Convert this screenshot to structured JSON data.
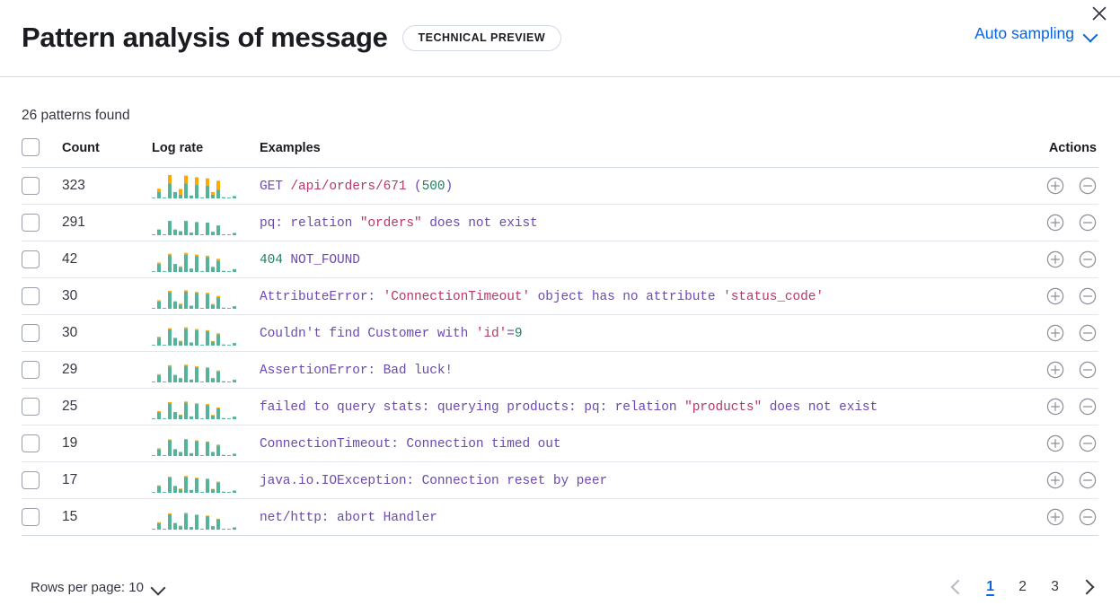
{
  "header": {
    "title": "Pattern analysis of message",
    "badge": "TECHNICAL PREVIEW",
    "sampling_label": "Auto sampling",
    "chevron_icon": "chevron-down-icon",
    "close_icon": "close-icon"
  },
  "summary": {
    "patterns_found": "26 patterns found"
  },
  "table": {
    "columns": {
      "check": "",
      "count": "Count",
      "log_rate": "Log rate",
      "examples": "Examples",
      "actions": "Actions"
    },
    "rows": [
      {
        "count": "323",
        "example_plain": "GET /api/orders/671 (500)",
        "example_tokens": [
          {
            "t": "GET ",
            "c": "plain"
          },
          {
            "t": "/api/orders/671",
            "c": "str"
          },
          {
            "t": " (",
            "c": "plain"
          },
          {
            "t": "500",
            "c": "num"
          },
          {
            "t": ")",
            "c": "plain"
          }
        ],
        "spark": {
          "green": [
            2,
            22,
            2,
            52,
            22,
            13,
            52,
            10,
            47,
            2,
            45,
            13,
            30,
            4,
            2,
            8
          ],
          "orange": [
            0,
            12,
            0,
            30,
            0,
            20,
            28,
            0,
            27,
            0,
            25,
            9,
            32,
            0,
            0,
            0
          ]
        }
      },
      {
        "count": "291",
        "example_plain": "pq: relation \"orders\" does not exist",
        "example_tokens": [
          {
            "t": "pq: relation ",
            "c": "plain"
          },
          {
            "t": "\"orders\"",
            "c": "str"
          },
          {
            "t": " does not exist",
            "c": "plain"
          }
        ],
        "spark": {
          "green": [
            2,
            20,
            2,
            50,
            20,
            14,
            50,
            9,
            46,
            2,
            44,
            12,
            34,
            3,
            2,
            8
          ]
        }
      },
      {
        "count": "42",
        "example_plain": "404 NOT_FOUND",
        "example_tokens": [
          {
            "t": "404",
            "c": "num"
          },
          {
            "t": " NOT_FOUND",
            "c": "plain"
          }
        ],
        "spark": {
          "green": [
            2,
            28,
            2,
            58,
            28,
            16,
            60,
            12,
            56,
            2,
            52,
            16,
            40,
            4,
            2,
            10
          ],
          "orange": [
            0,
            5,
            0,
            6,
            0,
            4,
            7,
            0,
            5,
            0,
            5,
            3,
            6,
            0,
            0,
            0
          ]
        }
      },
      {
        "count": "30",
        "example_plain": "AttributeError: 'ConnectionTimeout' object has no attribute 'status_code'",
        "example_tokens": [
          {
            "t": "AttributeError: ",
            "c": "plain"
          },
          {
            "t": "'ConnectionTimeout'",
            "c": "str"
          },
          {
            "t": " object has no attribute ",
            "c": "plain"
          },
          {
            "t": "'status_code'",
            "c": "str"
          }
        ],
        "spark": {
          "green": [
            2,
            26,
            2,
            58,
            26,
            15,
            60,
            11,
            55,
            2,
            52,
            15,
            40,
            4,
            2,
            9
          ],
          "orange": [
            0,
            4,
            0,
            5,
            0,
            3,
            5,
            0,
            4,
            0,
            4,
            2,
            5,
            0,
            0,
            0
          ]
        }
      },
      {
        "count": "30",
        "example_plain": "Couldn't find Customer with 'id'=9",
        "example_tokens": [
          {
            "t": "Couldn't find Customer with ",
            "c": "plain"
          },
          {
            "t": "'id'",
            "c": "str"
          },
          {
            "t": "=",
            "c": "plain"
          },
          {
            "t": "9",
            "c": "num"
          }
        ],
        "spark": {
          "green": [
            2,
            27,
            2,
            57,
            27,
            14,
            59,
            11,
            54,
            2,
            51,
            14,
            39,
            4,
            2,
            9
          ],
          "orange": [
            0,
            4,
            0,
            4,
            0,
            3,
            5,
            0,
            4,
            0,
            3,
            2,
            4,
            0,
            0,
            0
          ]
        }
      },
      {
        "count": "29",
        "example_plain": "AssertionError: Bad luck!",
        "example_tokens": [
          {
            "t": "AssertionError: Bad luck!",
            "c": "plain"
          }
        ],
        "spark": {
          "green": [
            2,
            26,
            2,
            56,
            26,
            14,
            58,
            10,
            53,
            2,
            50,
            14,
            38,
            4,
            2,
            9
          ],
          "orange": [
            0,
            3,
            0,
            4,
            0,
            2,
            4,
            0,
            3,
            0,
            3,
            2,
            4,
            0,
            0,
            0
          ]
        }
      },
      {
        "count": "25",
        "example_plain": "failed to query stats: querying products: pq: relation \"products\" does not exist",
        "example_tokens": [
          {
            "t": "failed to query stats: querying products: pq: relation ",
            "c": "plain"
          },
          {
            "t": "\"products\"",
            "c": "str"
          },
          {
            "t": " does not exist",
            "c": "plain"
          }
        ],
        "spark": {
          "green": [
            2,
            25,
            2,
            56,
            25,
            14,
            58,
            10,
            53,
            2,
            50,
            13,
            38,
            4,
            2,
            9
          ],
          "orange": [
            0,
            3,
            0,
            4,
            0,
            2,
            4,
            0,
            3,
            0,
            3,
            2,
            3,
            0,
            0,
            0
          ]
        }
      },
      {
        "count": "19",
        "example_plain": "ConnectionTimeout: Connection timed out",
        "example_tokens": [
          {
            "t": "ConnectionTimeout: Connection timed out",
            "c": "plain"
          }
        ],
        "spark": {
          "green": [
            2,
            24,
            2,
            55,
            24,
            13,
            57,
            10,
            52,
            2,
            49,
            13,
            37,
            4,
            2,
            8
          ],
          "orange": [
            0,
            3,
            0,
            3,
            0,
            2,
            3,
            0,
            3,
            0,
            2,
            2,
            3,
            0,
            0,
            0
          ]
        }
      },
      {
        "count": "17",
        "example_plain": "java.io.IOException: Connection reset by peer",
        "example_tokens": [
          {
            "t": "java.io.IOException: Connection reset by peer",
            "c": "plain"
          }
        ],
        "spark": {
          "green": [
            2,
            24,
            2,
            54,
            24,
            13,
            56,
            10,
            51,
            2,
            48,
            13,
            36,
            4,
            2,
            8
          ],
          "orange": [
            0,
            2,
            0,
            3,
            0,
            2,
            3,
            0,
            2,
            0,
            2,
            1,
            3,
            0,
            0,
            0
          ]
        }
      },
      {
        "count": "15",
        "example_plain": "net/http: abort Handler",
        "example_tokens": [
          {
            "t": "net/http: abort Handler",
            "c": "plain"
          }
        ],
        "spark": {
          "green": [
            2,
            23,
            2,
            54,
            23,
            12,
            56,
            9,
            51,
            2,
            47,
            12,
            36,
            3,
            2,
            8
          ],
          "orange": [
            0,
            3,
            0,
            3,
            0,
            2,
            3,
            0,
            2,
            0,
            2,
            1,
            2,
            0,
            0,
            0
          ]
        }
      }
    ],
    "row_action_add_icon": "plus-circle-icon",
    "row_action_remove_icon": "minus-circle-icon"
  },
  "footer": {
    "rows_per_page": "Rows per page: 10",
    "prev_icon": "chevron-left-icon",
    "next_icon": "chevron-right-icon",
    "pages": [
      "1",
      "2",
      "3"
    ],
    "active_page": "1"
  },
  "colors": {
    "accent": "#0b64dd",
    "spark_green": "#54b399",
    "spark_orange": "#ffa800",
    "text": "#343741",
    "heading": "#1a1c21",
    "border": "#d3dae6",
    "code_base": "#6c4ab0",
    "code_string": "#b8376a",
    "code_number": "#22825b"
  }
}
